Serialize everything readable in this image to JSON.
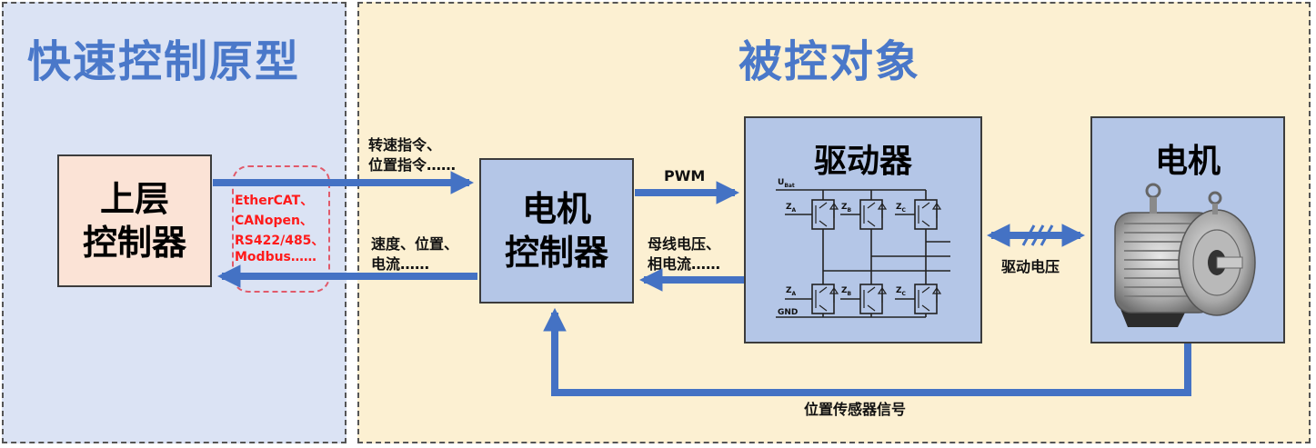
{
  "panels": {
    "left_title": "快速控制原型",
    "right_title": "被控对象"
  },
  "boxes": {
    "upper_line1": "上层",
    "upper_line2": "控制器",
    "mc_line1": "电机",
    "mc_line2": "控制器",
    "driver": "驱动器",
    "motor": "电机"
  },
  "protocols": [
    "EtherCAT、",
    "CANopen、",
    "RS422/485、",
    "Modbus……"
  ],
  "signals": {
    "cmd_line1": "转速指令、",
    "cmd_line2": "位置指令……",
    "fb_line1": "速度、位置、",
    "fb_line2": "电流……",
    "pwm": "PWM",
    "bus_line1": "母线电压、",
    "bus_line2": "相电流……",
    "drive_voltage": "驱动电压",
    "sensor": "位置传感器信号"
  },
  "circuit": {
    "ubat": "U",
    "ubat_sub": "Bat",
    "gnd": "GND",
    "za_top": "Z",
    "zb_top": "Z",
    "zc_top": "Z",
    "za_bot": "Z",
    "zb_bot": "Z",
    "zc_bot": "Z",
    "sub_a": "A",
    "sub_b": "B",
    "sub_c": "C"
  },
  "colors": {
    "arrow": "#4472c4",
    "left_bg": "#dbe3f4",
    "right_bg": "#fcf0d2",
    "title": "#4a78c9",
    "protocol_text": "#ff1a1a"
  }
}
